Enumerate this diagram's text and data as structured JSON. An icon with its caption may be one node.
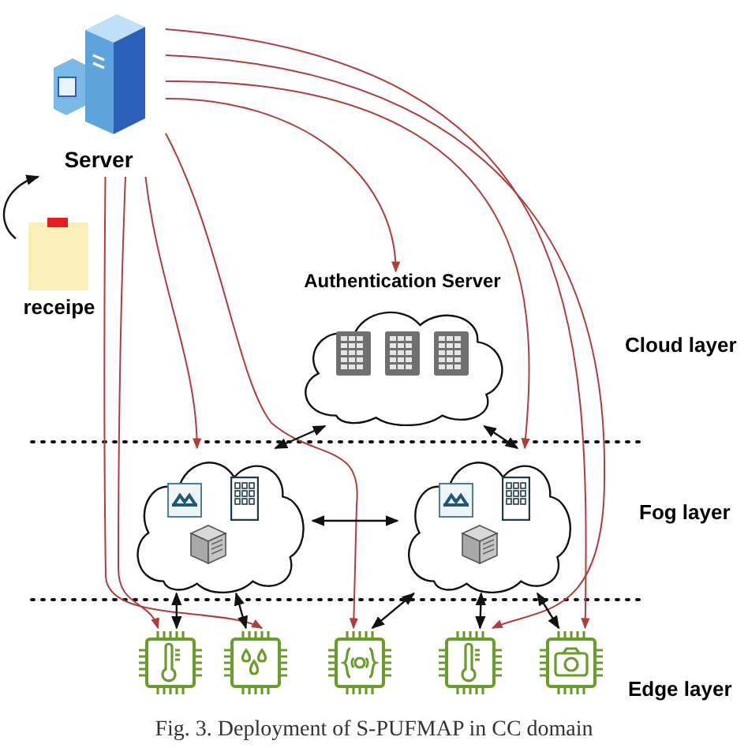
{
  "diagram": {
    "caption": "Fig. 3. Deployment of S-PUFMAP in CC domain",
    "nodes": [
      {
        "text": [
          "Server"
        ]
      },
      {
        "text": [
          "receipe"
        ]
      },
      {
        "text": [
          "Authentication Server"
        ]
      },
      {
        "text": [],
        "shape": "cloud"
      },
      {
        "text": [],
        "shape": "cloud"
      },
      {
        "text": [],
        "shape": "picture"
      },
      {
        "text": [],
        "shape": "picture"
      },
      {
        "text": [],
        "shape": "picture"
      },
      {
        "text": [],
        "shape": "picture"
      },
      {
        "text": [],
        "shape": "picture"
      }
    ],
    "edges": [
      {
        "from": 1,
        "to": 0,
        "arrow": "to"
      },
      {
        "from": 0,
        "to": 2,
        "arrow": "to",
        "color": "#b23b3b"
      },
      {
        "from": 0,
        "to": 3,
        "arrow": "to",
        "color": "#b23b3b"
      },
      {
        "from": 0,
        "to": 4,
        "arrow": "to",
        "color": "#b23b3b"
      },
      {
        "from": 0,
        "to": 5,
        "arrow": "to",
        "color": "#b23b3b"
      },
      {
        "from": 0,
        "to": 6,
        "arrow": "to",
        "color": "#b23b3b"
      },
      {
        "from": 0,
        "to": 7,
        "arrow": "to",
        "color": "#b23b3b"
      },
      {
        "from": 0,
        "to": 8,
        "arrow": "to",
        "color": "#b23b3b"
      },
      {
        "from": 0,
        "to": 9,
        "arrow": "to",
        "color": "#b23b3b"
      },
      {
        "from": 2,
        "to": 3,
        "arrow": "both"
      },
      {
        "from": 2,
        "to": 4,
        "arrow": "both"
      },
      {
        "from": 3,
        "to": 4,
        "arrow": "both"
      },
      {
        "from": 3,
        "to": 5,
        "arrow": "both"
      },
      {
        "from": 3,
        "to": 6,
        "arrow": "both"
      },
      {
        "from": 4,
        "to": 7,
        "arrow": "both"
      },
      {
        "from": 4,
        "to": 8,
        "arrow": "both"
      },
      {
        "from": 4,
        "to": 9,
        "arrow": "both"
      }
    ],
    "labels": [
      "Cloud layer",
      "Fog layer",
      "Edge layer"
    ]
  }
}
